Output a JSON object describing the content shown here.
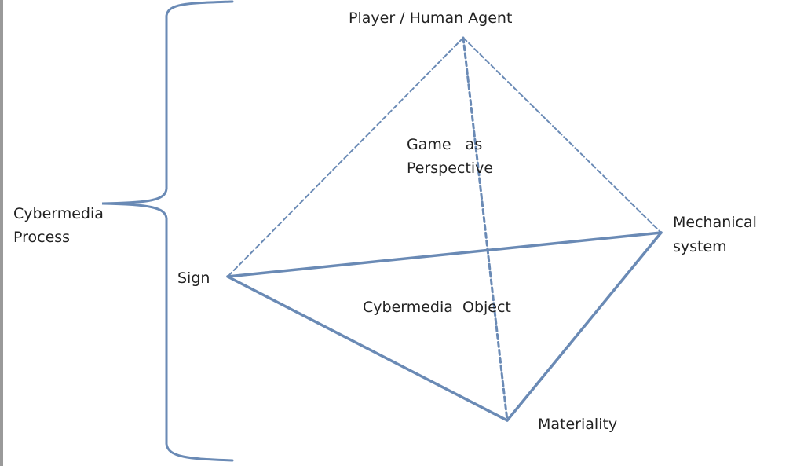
{
  "labels": {
    "player": "Player / Human Agent",
    "game_line1": "Game   as",
    "game_line2": "Perspective",
    "process_line1": "Cybermedia",
    "process_line2": "Process",
    "sign": "Sign",
    "mechanical_line1": "Mechanical",
    "mechanical_line2": "system",
    "object": "Cybermedia  Object",
    "materiality": "Materiality"
  },
  "colors": {
    "line": "#6a8ab5",
    "text": "#222222"
  }
}
